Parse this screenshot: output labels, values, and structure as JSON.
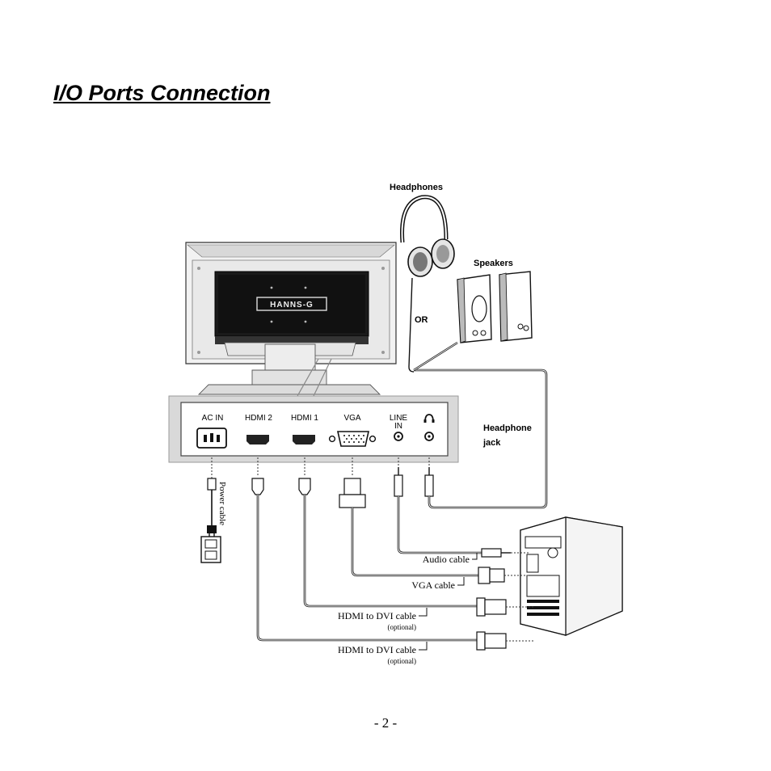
{
  "page": {
    "title": "I/O Ports Connection",
    "page_number": "- 2 -"
  },
  "devices": {
    "headphones": "Headphones",
    "speakers": "Speakers",
    "or_label": "OR",
    "headphone_jack_line1": "Headphone",
    "headphone_jack_line2": "jack",
    "monitor_logo": "HANNS-G"
  },
  "ports": {
    "ac_in": "AC IN",
    "hdmi2": "HDMI 2",
    "hdmi1": "HDMI 1",
    "vga": "VGA",
    "line_in_1": "LINE",
    "line_in_2": "IN",
    "headphone_symbol": "🎧"
  },
  "cables": {
    "power": "Power cable",
    "audio": "Audio cable",
    "vga": "VGA cable",
    "hdmi_dvi_1": "HDMI to DVI cable",
    "hdmi_dvi_1_note": "(optional)",
    "hdmi_dvi_2": "HDMI to DVI cable",
    "hdmi_dvi_2_note": "(optional)"
  }
}
